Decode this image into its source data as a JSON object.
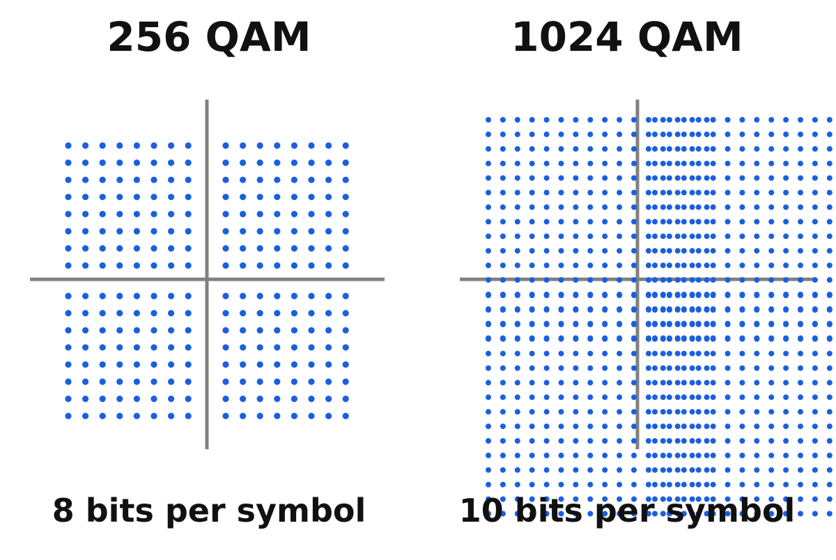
{
  "left": {
    "title": "256 QAM",
    "caption": "8 bits per symbol",
    "points_per_side": 16
  },
  "right": {
    "title": "1024 QAM",
    "caption": "10 bits per symbol",
    "points_per_side": 32
  },
  "colors": {
    "point": "#1a5fe0",
    "axis": "#808080",
    "text": "#111111"
  }
}
